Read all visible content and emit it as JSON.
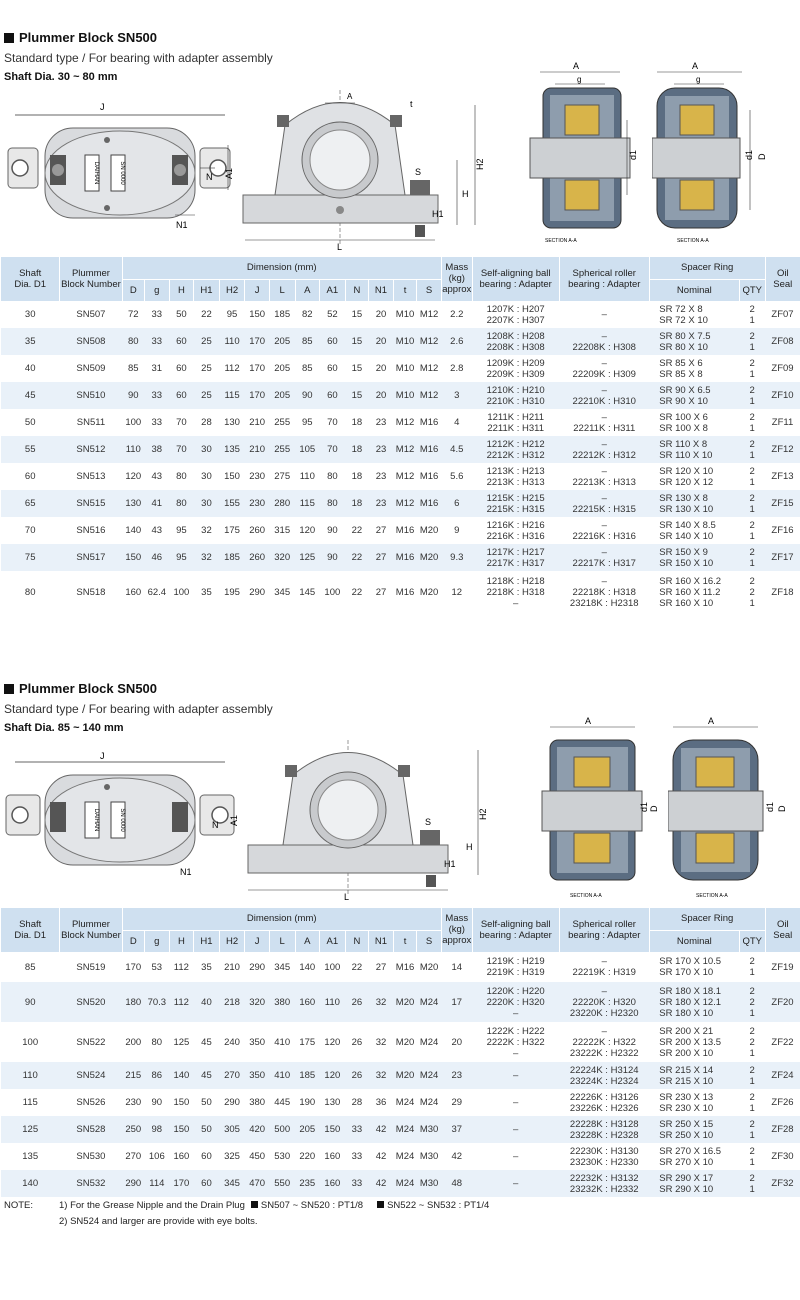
{
  "sections": [
    {
      "title": "Plummer Block SN500",
      "subtitle": "Standard type / For bearing with adapter assembly",
      "shaft_range": "Shaft Dia. 30 ~ 80 mm",
      "section_label": "SECTION A-A",
      "rows": [
        {
          "d1": "30",
          "block": "SN507",
          "D": "72",
          "g": "33",
          "H": "50",
          "H1": "22",
          "H2": "95",
          "J": "150",
          "L": "185",
          "A": "82",
          "A1": "52",
          "N": "15",
          "N1": "20",
          "t": "M10",
          "S": "M12",
          "mass": "2.2",
          "self": "1207K : H207\n2207K : H307",
          "sph": "–",
          "ring": "SR 72 X 8\nSR 72 X 10",
          "qty": "2\n1",
          "seal": "ZF07"
        },
        {
          "d1": "35",
          "block": "SN508",
          "D": "80",
          "g": "33",
          "H": "60",
          "H1": "25",
          "H2": "110",
          "J": "170",
          "L": "205",
          "A": "85",
          "A1": "60",
          "N": "15",
          "N1": "20",
          "t": "M10",
          "S": "M12",
          "mass": "2.6",
          "self": "1208K : H208\n2208K : H308",
          "sph": "–\n22208K : H308",
          "ring": "SR 80 X 7.5\nSR 80 X 10",
          "qty": "2\n1",
          "seal": "ZF08"
        },
        {
          "d1": "40",
          "block": "SN509",
          "D": "85",
          "g": "31",
          "H": "60",
          "H1": "25",
          "H2": "112",
          "J": "170",
          "L": "205",
          "A": "85",
          "A1": "60",
          "N": "15",
          "N1": "20",
          "t": "M10",
          "S": "M12",
          "mass": "2.8",
          "self": "1209K : H209\n2209K : H309",
          "sph": "–\n22209K : H309",
          "ring": "SR 85 X 6\nSR 85 X 8",
          "qty": "2\n1",
          "seal": "ZF09"
        },
        {
          "d1": "45",
          "block": "SN510",
          "D": "90",
          "g": "33",
          "H": "60",
          "H1": "25",
          "H2": "115",
          "J": "170",
          "L": "205",
          "A": "90",
          "A1": "60",
          "N": "15",
          "N1": "20",
          "t": "M10",
          "S": "M12",
          "mass": "3",
          "self": "1210K : H210\n2210K : H310",
          "sph": "–\n22210K : H310",
          "ring": "SR 90 X 6.5\nSR 90 X 10",
          "qty": "2\n1",
          "seal": "ZF10"
        },
        {
          "d1": "50",
          "block": "SN511",
          "D": "100",
          "g": "33",
          "H": "70",
          "H1": "28",
          "H2": "130",
          "J": "210",
          "L": "255",
          "A": "95",
          "A1": "70",
          "N": "18",
          "N1": "23",
          "t": "M12",
          "S": "M16",
          "mass": "4",
          "self": "1211K : H211\n2211K : H311",
          "sph": "–\n22211K : H311",
          "ring": "SR 100 X 6\nSR 100 X 8",
          "qty": "2\n1",
          "seal": "ZF11"
        },
        {
          "d1": "55",
          "block": "SN512",
          "D": "110",
          "g": "38",
          "H": "70",
          "H1": "30",
          "H2": "135",
          "J": "210",
          "L": "255",
          "A": "105",
          "A1": "70",
          "N": "18",
          "N1": "23",
          "t": "M12",
          "S": "M16",
          "mass": "4.5",
          "self": "1212K : H212\n2212K : H312",
          "sph": "–\n22212K : H312",
          "ring": "SR 110 X 8\nSR 110 X 10",
          "qty": "2\n1",
          "seal": "ZF12"
        },
        {
          "d1": "60",
          "block": "SN513",
          "D": "120",
          "g": "43",
          "H": "80",
          "H1": "30",
          "H2": "150",
          "J": "230",
          "L": "275",
          "A": "110",
          "A1": "80",
          "N": "18",
          "N1": "23",
          "t": "M12",
          "S": "M16",
          "mass": "5.6",
          "self": "1213K : H213\n2213K : H313",
          "sph": "–\n22213K : H313",
          "ring": "SR 120 X 10\nSR 120 X 12",
          "qty": "2\n1",
          "seal": "ZF13"
        },
        {
          "d1": "65",
          "block": "SN515",
          "D": "130",
          "g": "41",
          "H": "80",
          "H1": "30",
          "H2": "155",
          "J": "230",
          "L": "280",
          "A": "115",
          "A1": "80",
          "N": "18",
          "N1": "23",
          "t": "M12",
          "S": "M16",
          "mass": "6",
          "self": "1215K : H215\n2215K : H315",
          "sph": "–\n22215K : H315",
          "ring": "SR 130 X 8\nSR 130 X 10",
          "qty": "2\n1",
          "seal": "ZF15"
        },
        {
          "d1": "70",
          "block": "SN516",
          "D": "140",
          "g": "43",
          "H": "95",
          "H1": "32",
          "H2": "175",
          "J": "260",
          "L": "315",
          "A": "120",
          "A1": "90",
          "N": "22",
          "N1": "27",
          "t": "M16",
          "S": "M20",
          "mass": "9",
          "self": "1216K : H216\n2216K : H316",
          "sph": "–\n22216K : H316",
          "ring": "SR 140 X 8.5\nSR 140 X 10",
          "qty": "2\n1",
          "seal": "ZF16"
        },
        {
          "d1": "75",
          "block": "SN517",
          "D": "150",
          "g": "46",
          "H": "95",
          "H1": "32",
          "H2": "185",
          "J": "260",
          "L": "320",
          "A": "125",
          "A1": "90",
          "N": "22",
          "N1": "27",
          "t": "M16",
          "S": "M20",
          "mass": "9.3",
          "self": "1217K : H217\n2217K : H317",
          "sph": "–\n22217K : H317",
          "ring": "SR 150 X 9\nSR 150 X 10",
          "qty": "2\n1",
          "seal": "ZF17"
        },
        {
          "d1": "80",
          "block": "SN518",
          "D": "160",
          "g": "62.4",
          "H": "100",
          "H1": "35",
          "H2": "195",
          "J": "290",
          "L": "345",
          "A": "145",
          "A1": "100",
          "N": "22",
          "N1": "27",
          "t": "M16",
          "S": "M20",
          "mass": "12",
          "self": "1218K : H218\n2218K : H318\n–",
          "sph": "–\n22218K : H318\n23218K : H2318",
          "ring": "SR 160 X 16.2\nSR 160 X 11.2\nSR 160 X 10",
          "qty": "2\n2\n1",
          "seal": "ZF18"
        }
      ]
    },
    {
      "title": "Plummer Block SN500",
      "subtitle": "Standard type / For bearing with adapter assembly",
      "shaft_range": "Shaft Dia. 85 ~ 140 mm",
      "section_label": "SECTION A-A",
      "rows": [
        {
          "d1": "85",
          "block": "SN519",
          "D": "170",
          "g": "53",
          "H": "112",
          "H1": "35",
          "H2": "210",
          "J": "290",
          "L": "345",
          "A": "140",
          "A1": "100",
          "N": "22",
          "N1": "27",
          "t": "M16",
          "S": "M20",
          "mass": "14",
          "self": "1219K : H219\n2219K : H319",
          "sph": "–\n22219K : H319",
          "ring": "SR 170 X 10.5\nSR 170 X 10",
          "qty": "2\n1",
          "seal": "ZF19"
        },
        {
          "d1": "90",
          "block": "SN520",
          "D": "180",
          "g": "70.3",
          "H": "112",
          "H1": "40",
          "H2": "218",
          "J": "320",
          "L": "380",
          "A": "160",
          "A1": "110",
          "N": "26",
          "N1": "32",
          "t": "M20",
          "S": "M24",
          "mass": "17",
          "self": "1220K : H220\n2220K : H320\n–",
          "sph": "–\n22220K : H320\n23220K : H2320",
          "ring": "SR 180 X 18.1\nSR 180 X 12.1\nSR 180 X 10",
          "qty": "2\n2\n1",
          "seal": "ZF20"
        },
        {
          "d1": "100",
          "block": "SN522",
          "D": "200",
          "g": "80",
          "H": "125",
          "H1": "45",
          "H2": "240",
          "J": "350",
          "L": "410",
          "A": "175",
          "A1": "120",
          "N": "26",
          "N1": "32",
          "t": "M20",
          "S": "M24",
          "mass": "20",
          "self": "1222K : H222\n2222K : H322\n–",
          "sph": "–\n22222K : H322\n23222K : H2322",
          "ring": "SR 200 X 21\nSR 200 X 13.5\nSR 200 X 10",
          "qty": "2\n2\n1",
          "seal": "ZF22"
        },
        {
          "d1": "110",
          "block": "SN524",
          "D": "215",
          "g": "86",
          "H": "140",
          "H1": "45",
          "H2": "270",
          "J": "350",
          "L": "410",
          "A": "185",
          "A1": "120",
          "N": "26",
          "N1": "32",
          "t": "M20",
          "S": "M24",
          "mass": "23",
          "self": "–",
          "sph": "22224K : H3124\n23224K : H2324",
          "ring": "SR 215 X 14\nSR 215 X 10",
          "qty": "2\n1",
          "seal": "ZF24"
        },
        {
          "d1": "115",
          "block": "SN526",
          "D": "230",
          "g": "90",
          "H": "150",
          "H1": "50",
          "H2": "290",
          "J": "380",
          "L": "445",
          "A": "190",
          "A1": "130",
          "N": "28",
          "N1": "36",
          "t": "M24",
          "S": "M24",
          "mass": "29",
          "self": "–",
          "sph": "22226K : H3126\n23226K : H2326",
          "ring": "SR 230 X 13\nSR 230 X 10",
          "qty": "2\n1",
          "seal": "ZF26"
        },
        {
          "d1": "125",
          "block": "SN528",
          "D": "250",
          "g": "98",
          "H": "150",
          "H1": "50",
          "H2": "305",
          "J": "420",
          "L": "500",
          "A": "205",
          "A1": "150",
          "N": "33",
          "N1": "42",
          "t": "M24",
          "S": "M30",
          "mass": "37",
          "self": "–",
          "sph": "22228K : H3128\n23228K : H2328",
          "ring": "SR 250 X 15\nSR 250 X 10",
          "qty": "2\n1",
          "seal": "ZF28"
        },
        {
          "d1": "135",
          "block": "SN530",
          "D": "270",
          "g": "106",
          "H": "160",
          "H1": "60",
          "H2": "325",
          "J": "450",
          "L": "530",
          "A": "220",
          "A1": "160",
          "N": "33",
          "N1": "42",
          "t": "M24",
          "S": "M30",
          "mass": "42",
          "self": "–",
          "sph": "22230K : H3130\n23230K : H2330",
          "ring": "SR 270 X 16.5\nSR 270 X 10",
          "qty": "2\n1",
          "seal": "ZF30"
        },
        {
          "d1": "140",
          "block": "SN532",
          "D": "290",
          "g": "114",
          "H": "170",
          "H1": "60",
          "H2": "345",
          "J": "470",
          "L": "550",
          "A": "235",
          "A1": "160",
          "N": "33",
          "N1": "42",
          "t": "M24",
          "S": "M30",
          "mass": "48",
          "self": "–",
          "sph": "22232K : H3132\n23232K : H2332",
          "ring": "SR 290 X 17\nSR 290 X 10",
          "qty": "2\n1",
          "seal": "ZF32"
        }
      ]
    }
  ],
  "headers": {
    "shaft": "Shaft\nDia. D1",
    "block": "Plummer\nBlock Number",
    "dimension": "Dimension (mm)",
    "mass": "Mass\n(kg)\napprox",
    "self": "Self-aligning ball\nbearing : Adapter",
    "sph": "Spherical roller\nbearing : Adapter",
    "spacer": "Spacer Ring",
    "nominal": "Nominal",
    "qty": "QTY",
    "seal": "Oil\nSeal",
    "dims": [
      "D",
      "g",
      "H",
      "H1",
      "H2",
      "J",
      "L",
      "A",
      "A1",
      "N",
      "N1",
      "t",
      "S"
    ]
  },
  "labels": {
    "J": "J",
    "N": "N",
    "A1": "A1",
    "N1": "N1",
    "A": "A",
    "t": "t",
    "H2": "H2",
    "S": "S",
    "H": "H",
    "H1": "H1",
    "L": "L",
    "g": "g",
    "d1": "d1",
    "D": "D",
    "logo": "DAIHAN",
    "model": "SN 0000"
  },
  "notes": {
    "label": "NOTE:",
    "note1_prefix": "1) For the Grease Nipple and the Drain Plug",
    "note1_a": "SN507 ~ SN520 : PT1/8",
    "note1_b": "SN522 ~ SN532 : PT1/4",
    "note2": "2) SN524 and larger are provide with  eye bolts."
  }
}
